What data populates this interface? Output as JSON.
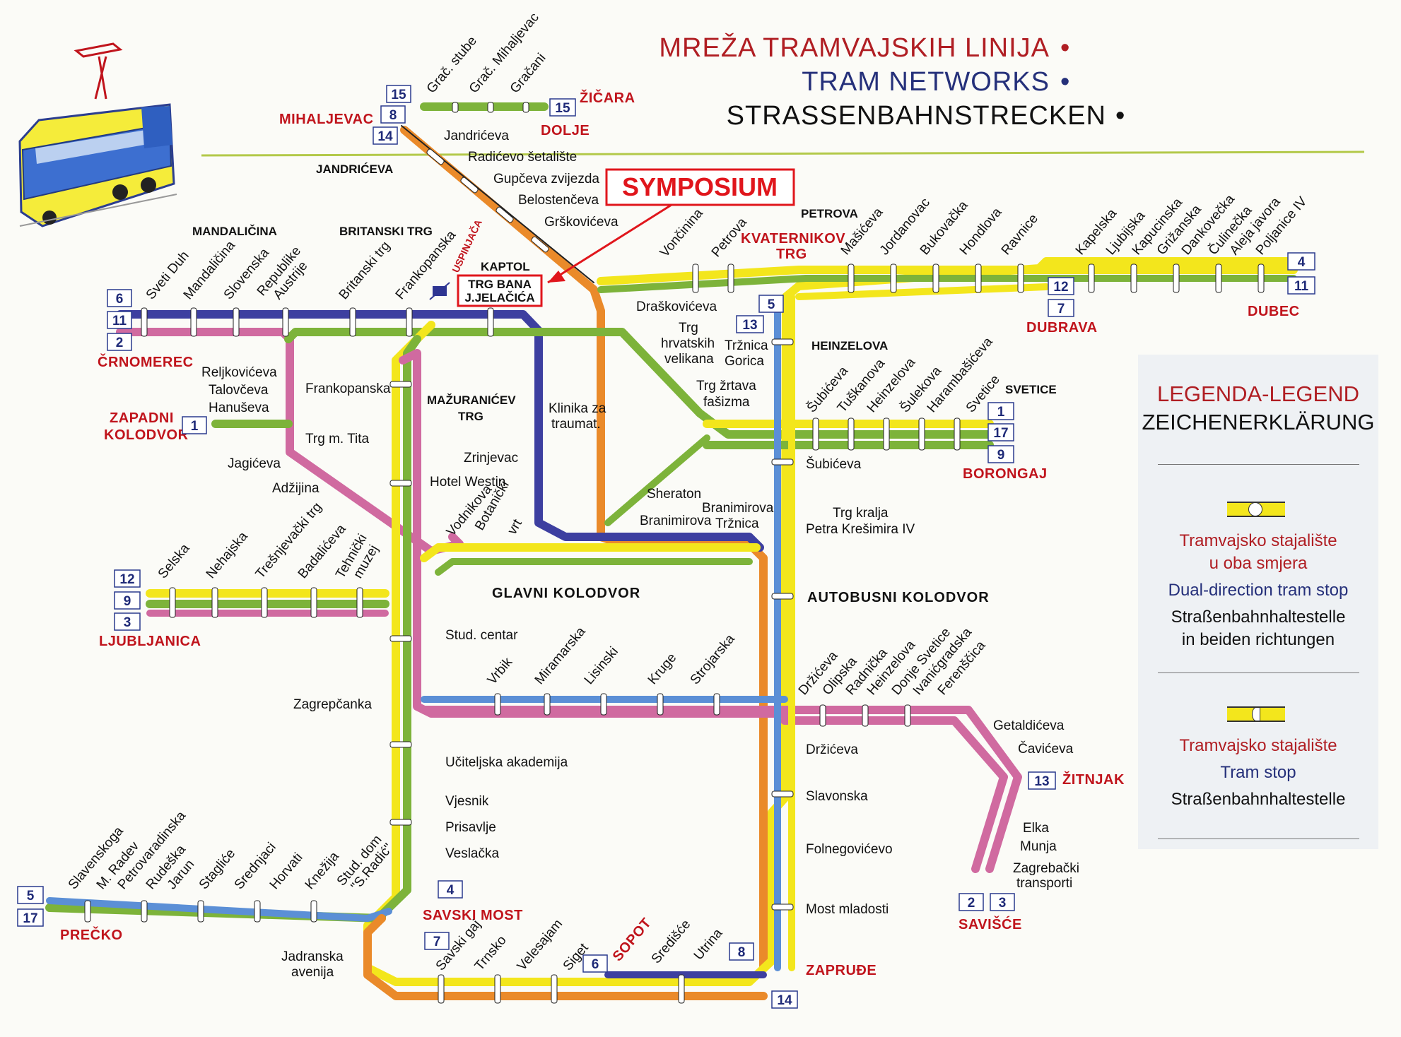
{
  "title": {
    "hr": "MREŽA TRAMVAJSKIH LINIJA",
    "en": "TRAM NETWORKS",
    "de": "STRASSENBAHNSTRECKEN",
    "colors": {
      "hr": "#b01e23",
      "en": "#25307a",
      "de": "#111111"
    }
  },
  "symposium": {
    "label": "SYMPOSIUM",
    "target": "TRG BANA\nJ.JELAČIĆA",
    "target_line1": "TRG BANA",
    "target_line2": "J.JELAČIĆA",
    "color": "#e0161c"
  },
  "line_colors": {
    "yellow": "#f3e61c",
    "green": "#7db33a",
    "pink": "#cf5d98",
    "orange": "#ea8a2a",
    "navy": "#2e3592",
    "blue": "#5b8fd6"
  },
  "legend": {
    "title1": "LEGENDA-LEGEND",
    "title2": "ZEICHENERKLÄRUNG",
    "item1": [
      "Tramvajsko stajalište",
      "u oba smjera",
      "Dual-direction tram stop",
      "Straßenbahnhaltestelle",
      "in beiden richtungen"
    ],
    "item2": [
      "Tramvajsko stajalište",
      "Tram stop",
      "Straßenbahnhaltestelle"
    ]
  },
  "terminals": {
    "mihaljevac": "MIHALJEVAC",
    "zicara": "ŽIČARA",
    "dolje": "DOLJE",
    "crnomerec": "ČRNOMEREC",
    "zapadni1": "ZAPADNI",
    "zapadni2": "KOLODVOR",
    "ljubljanica": "LJUBLJANICA",
    "precko": "PREČKO",
    "savski_most": "SAVSKI MOST",
    "sopot": "SOPOT",
    "zapruđe": "ZAPRUĐE",
    "savisce": "SAVIŠĆE",
    "zitnjak": "ŽITNJAK",
    "borongaj": "BORONGAJ",
    "dubrava": "DUBRAVA",
    "dubec": "DUBEC",
    "kvaternikov1": "KVATERNIKOV",
    "kvaternikov2": "TRG"
  },
  "hubs": {
    "jandriceva": "JANDRIĆEVA",
    "mandalicina": "MANDALIČINA",
    "britanski": "BRITANSKI TRG",
    "kaptol": "KAPTOL",
    "usp": "USPINJAČA",
    "petrova": "PETROVA",
    "heinzelova": "HEINZELOVA",
    "svetice": "SVETICE",
    "mazuranicev1": "MAŽURANIĆEV",
    "mazuranicev2": "TRG",
    "glavni": "GLAVNI KOLODVOR",
    "autobusni": "AUTOBUSNI KOLODVOR"
  },
  "line_numbers": {
    "mih": [
      "15",
      "8",
      "14"
    ],
    "dolje": "15",
    "crn": [
      "6",
      "11",
      "2"
    ],
    "zap": "1",
    "ljub": [
      "12",
      "9",
      "3"
    ],
    "prec": [
      "5",
      "17"
    ],
    "savski": "4",
    "savski7": "7",
    "sopot": "6",
    "zap8": "8",
    "zap14": "14",
    "sav": [
      "2",
      "3"
    ],
    "zit": "13",
    "bor": [
      "1",
      "17",
      "9"
    ],
    "dub": [
      "12",
      "7"
    ],
    "dubec": [
      "4",
      "11"
    ],
    "kvat5": "5",
    "kvat13": "13"
  },
  "stops": {
    "north_angled": [
      "Grač. stube",
      "Grač. Mihaljevac",
      "Gračani"
    ],
    "north_diag": [
      "Jandrićeva",
      "Radićevo šetalište",
      "Gupčeva zvijezda",
      "Belostenčeva",
      "Grškovićeva"
    ],
    "west_top": [
      "Sveti Duh",
      "Mandaličina",
      "Slovenska",
      "Republike",
      "Austrije",
      "Britanski trg",
      "Frankopanska"
    ],
    "east_top": [
      "Vončinina",
      "Petrova",
      "Mašićeva",
      "Jordanovac",
      "Bukovačka",
      "Hondlova",
      "Ravnice"
    ],
    "dubec_stops": [
      "Kapelska",
      "Ljubijska",
      "Kapucinska",
      "Grižanska",
      "Dankovečka",
      "Čulinečka",
      "Aleja javora",
      "Poljanice IV"
    ],
    "borongaj_stops": [
      "Šubićeva",
      "Tuškanova",
      "Heinzelova",
      "Šulekova",
      "Harambašićeva",
      "Svetice"
    ],
    "ljub_stops": [
      "Selska",
      "Nehajska",
      "Trešnjevački trg",
      "Badalićeva",
      "Tehnički",
      "muzej"
    ],
    "mid_stops": [
      "Vrbik",
      "Miramarska",
      "Lisinski",
      "Kruge",
      "Strojarska"
    ],
    "zit_stops": [
      "Držićeva",
      "Olipska",
      "Radnička",
      "Heinzelova",
      "Donje Svetice",
      "Ivanićgradska",
      "Ferenščica"
    ],
    "prec_stops": [
      "Slavenskoga",
      "M. Radev",
      "Petrovaradinska",
      "Rudeška",
      "Jarun",
      "Stagliće",
      "Srednjaci",
      "Horvati",
      "Knežija",
      "Stud. dom",
      "\"S.Radić\""
    ],
    "south_stops": [
      "Savski gaj",
      "Trnsko",
      "Velesajam",
      "Siget",
      "Središće",
      "Utrina"
    ],
    "misc": {
      "reljkoviceva": "Reljkovićeva",
      "talovceva": "Talovčeva",
      "hanuseva": "Hanuševa",
      "jagiceva": "Jagićeva",
      "adzijina": "Adžijina",
      "frankopanska": "Frankopanska",
      "trg_tita": "Trg m. Tita",
      "zrinjevac": "Zrinjevac",
      "westin": "Hotel Westin",
      "vodnikova": "Vodnikova",
      "botanicki": "Botanički",
      "vrt": "vrt",
      "klinika1": "Klinika za",
      "klinika2": "traumat.",
      "draskoviceva": "Draškovićeva",
      "trg_hrv1": "Trg",
      "trg_hrv2": "hrvatskih",
      "trg_hrv3": "velikana",
      "trznica_gorica1": "Tržnica",
      "trznica_gorica2": "Gorica",
      "trg_zrtava1": "Trg žrtava",
      "trg_zrtava2": "fašizma",
      "subiceva": "Šubićeva",
      "sheraton": "Sheraton",
      "branimirova": "Branimirova",
      "branimirova2": "Branimirova",
      "branimirova_trz": "Tržnica",
      "trg_kralja1": "Trg kralja",
      "trg_kralja2": "Petra Krešimira IV",
      "stud_centar": "Stud. centar",
      "zagrepcanka": "Zagrepčanka",
      "uciteljska": "Učiteljska akademija",
      "vjesnik": "Vjesnik",
      "prisavlje": "Prisavlje",
      "veslacka": "Veslačka",
      "jadranska1": "Jadranska",
      "jadranska2": "avenija",
      "drziceva": "Držićeva",
      "slavonska": "Slavonska",
      "folnegovicevo": "Folnegovićevo",
      "most_mladosti": "Most mladosti",
      "getaldiceva": "Getaldićeva",
      "caviceva": "Čavićeva",
      "elka": "Elka",
      "munja": "Munja",
      "zagrebacki1": "Zagrebački",
      "zagrebacki2": "transporti"
    }
  }
}
